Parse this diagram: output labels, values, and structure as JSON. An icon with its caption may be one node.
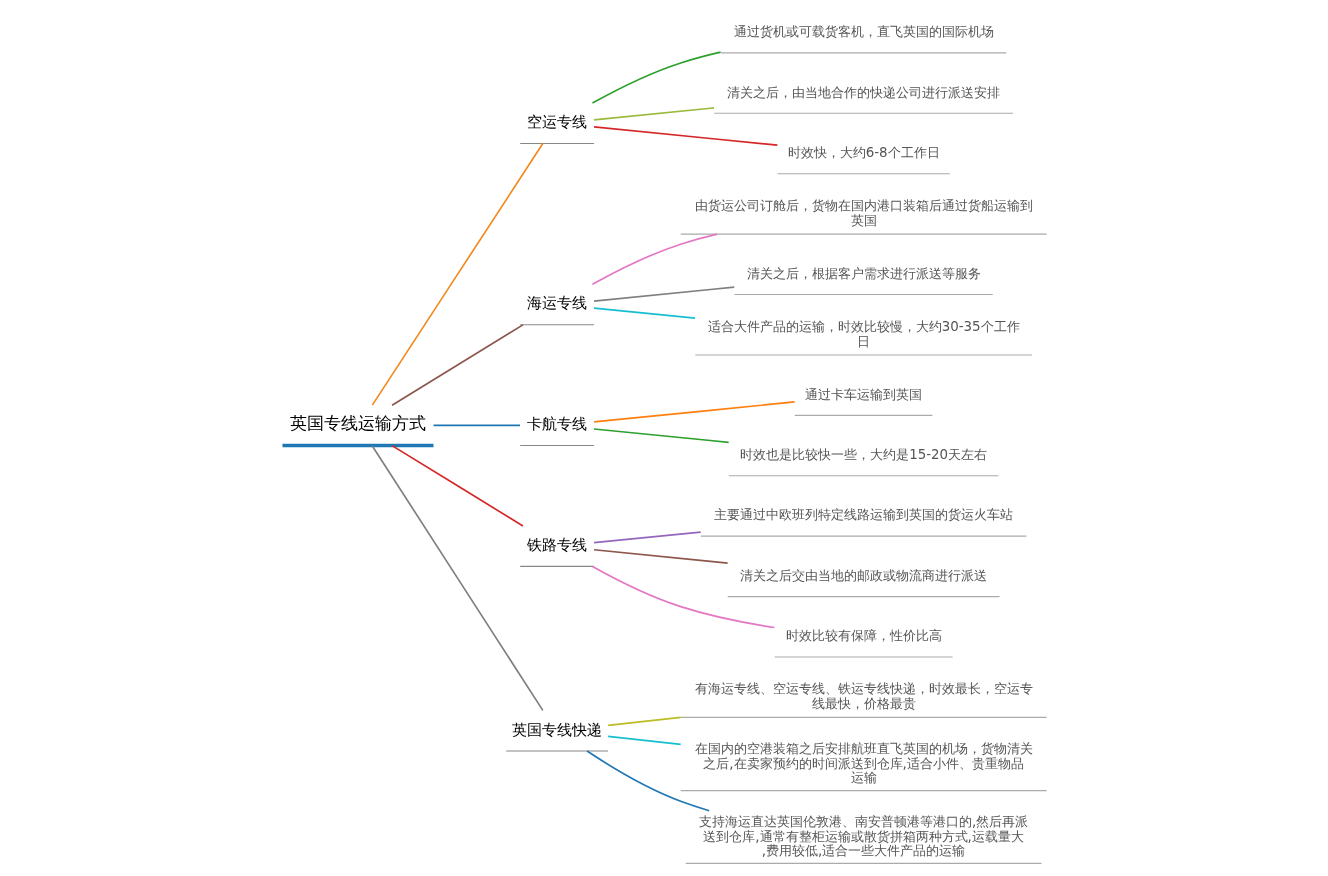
{
  "diagram": {
    "nodes": [
      {
        "text": [
          "英国专线运输方式"
        ]
      },
      {
        "text": [
          "空运专线"
        ]
      },
      {
        "text": [
          "通过货机或可载货客机，直飞英国的国际机场"
        ]
      },
      {
        "text": [
          "清关之后，由当地合作的快递公司进行派送安排"
        ]
      },
      {
        "text": [
          "时效快，大约6-8个工作日"
        ]
      },
      {
        "text": [
          "海运专线"
        ]
      },
      {
        "text": [
          "由货运公司订舱后，货物在国内港口装箱后通过货船运输到英国"
        ]
      },
      {
        "text": [
          "清关之后，根据客户需求进行派送等服务"
        ]
      },
      {
        "text": [
          "适合大件产品的运输，时效比较慢，大约30-35个工作日"
        ]
      },
      {
        "text": [
          "卡航专线"
        ]
      },
      {
        "text": [
          "通过卡车运输到英国"
        ]
      },
      {
        "text": [
          "时效也是比较快一些，大约是15-20天左右"
        ]
      },
      {
        "text": [
          "铁路专线"
        ]
      },
      {
        "text": [
          "主要通过中欧班列特定线路运输到英国的货运火车站"
        ]
      },
      {
        "text": [
          "清关之后交由当地的邮政或物流商进行派送"
        ]
      },
      {
        "text": [
          "时效比较有保障，性价比高"
        ]
      },
      {
        "text": [
          "英国专线快递"
        ]
      },
      {
        "text": [
          "有海运专线、空运专线、铁运专线快递，时效最长，空运专线最快，价格最贵"
        ]
      },
      {
        "text": [
          "在国内的空港装箱之后安排航班直飞英国的机场，货物清关之后,在卖家预约的时间派送到仓库,适合小件、贵重物品运输"
        ]
      },
      {
        "text": [
          "支持海运直达英国伦敦港、南安普顿港等港口的,然后再派送到仓库,通常有整柜运输或散货拼箱两种方式,运载量大,费用较低,适合一些大件产品的运输"
        ]
      }
    ],
    "edges": [
      {
        "from": 0,
        "to": 1,
        "arrow": "none",
        "color": "#f28a1f"
      },
      {
        "from": 1,
        "to": 2,
        "arrow": "none",
        "color": "#2ca02c"
      },
      {
        "from": 1,
        "to": 3,
        "arrow": "none",
        "color": "#9aba3a"
      },
      {
        "from": 1,
        "to": 4,
        "arrow": "none",
        "color": "#d62728"
      },
      {
        "from": 0,
        "to": 5,
        "arrow": "none",
        "color": "#8c564b"
      },
      {
        "from": 5,
        "to": 6,
        "arrow": "none",
        "color": "#e377c2"
      },
      {
        "from": 5,
        "to": 7,
        "arrow": "none",
        "color": "#7f7f7f"
      },
      {
        "from": 5,
        "to": 8,
        "arrow": "none",
        "color": "#17becf"
      },
      {
        "from": 0,
        "to": 9,
        "arrow": "none",
        "color": "#1f77b4"
      },
      {
        "from": 9,
        "to": 10,
        "arrow": "none",
        "color": "#ff7f0e"
      },
      {
        "from": 9,
        "to": 11,
        "arrow": "none",
        "color": "#2ca02c"
      },
      {
        "from": 0,
        "to": 12,
        "arrow": "none",
        "color": "#d62728"
      },
      {
        "from": 12,
        "to": 13,
        "arrow": "none",
        "color": "#9467bd"
      },
      {
        "from": 12,
        "to": 14,
        "arrow": "none",
        "color": "#8c564b"
      },
      {
        "from": 12,
        "to": 15,
        "arrow": "none",
        "color": "#e377c2"
      },
      {
        "from": 0,
        "to": 16,
        "arrow": "none",
        "color": "#7f7f7f"
      },
      {
        "from": 16,
        "to": 17,
        "arrow": "none",
        "color": "#bcbd22"
      },
      {
        "from": 16,
        "to": 18,
        "arrow": "none",
        "color": "#17becf"
      },
      {
        "from": 16,
        "to": 19,
        "arrow": "none",
        "color": "#1f77b4"
      }
    ]
  }
}
